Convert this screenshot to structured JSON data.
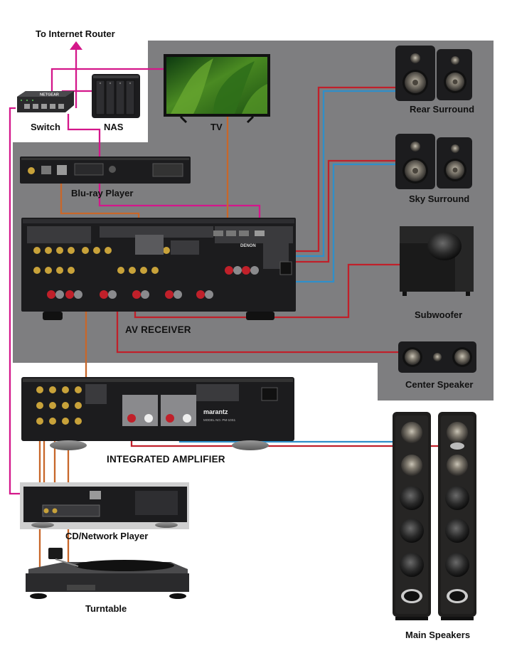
{
  "labels": {
    "router": "To Internet Router",
    "switch": "Switch",
    "nas": "NAS",
    "tv": "TV",
    "rear_surround": "Rear Surround",
    "sky_surround": "Sky Surround",
    "bluray": "Blu-ray Player",
    "subwoofer": "Subwoofer",
    "receiver": "AV RECEIVER",
    "center_speaker": "Center Speaker",
    "amplifier": "INTEGRATED AMPLIFIER",
    "cd_player": "CD/Network Player",
    "turntable": "Turntable",
    "main_speakers": "Main Speakers"
  },
  "device_text": {
    "switch_brand": "NETGEAR",
    "receiver_brand": "DENON",
    "amp_brand": "marantz",
    "amp_model": "MODEL NO. PM-10S1"
  },
  "colors": {
    "background": "#ffffff",
    "panel": "#7e7e80",
    "device_body": "#1c1c1e",
    "network_cable": "#d4178a",
    "analog_cable": "#c8672a",
    "speaker_pos": "#c0202a",
    "speaker_neg": "#2f8fc9"
  }
}
